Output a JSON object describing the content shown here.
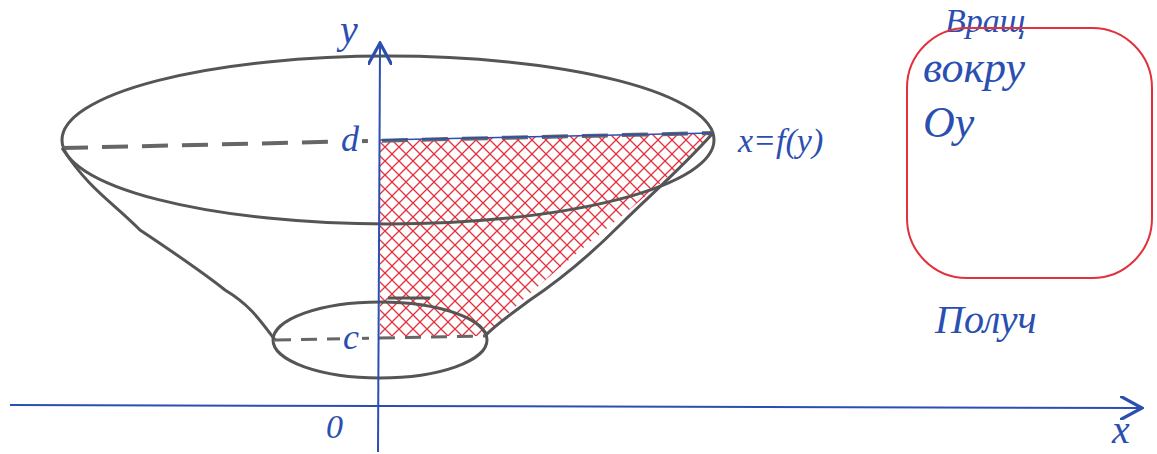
{
  "diagram": {
    "nodes": [
      {
        "text": [
          "вокру Оу"
        ]
      }
    ],
    "labels": [
      "y",
      "d",
      "x=f(y)",
      "c",
      "0",
      "x",
      "Вращ",
      "Получ"
    ]
  }
}
